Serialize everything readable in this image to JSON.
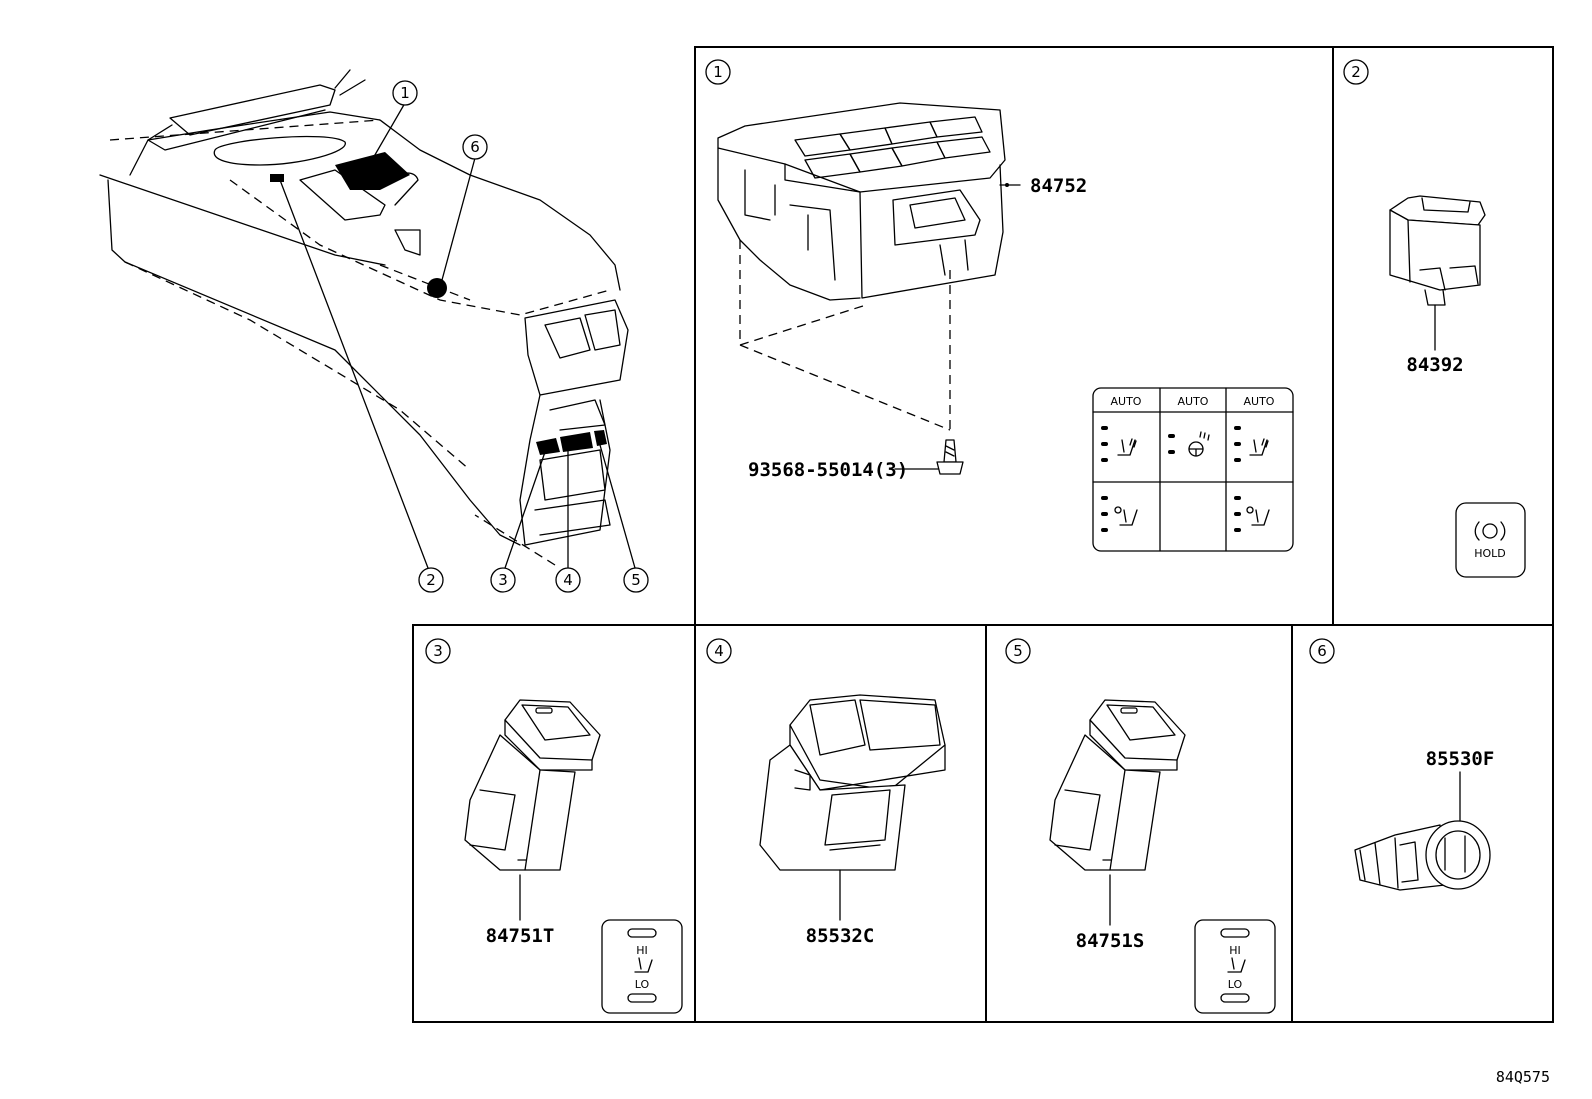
{
  "callouts": [
    "1",
    "2",
    "3",
    "4",
    "5",
    "6"
  ],
  "panels": [
    {
      "id": "1",
      "part": "84752",
      "fastener": "93568-55014(3)",
      "switch_labels": [
        "AUTO",
        "AUTO",
        "AUTO"
      ]
    },
    {
      "id": "2",
      "part": "84392",
      "button_label": "HOLD"
    },
    {
      "id": "3",
      "part": "84751T",
      "inset_hi": "HI",
      "inset_lo": "LO"
    },
    {
      "id": "4",
      "part": "85532C"
    },
    {
      "id": "5",
      "part": "84751S",
      "inset_hi": "HI",
      "inset_lo": "LO"
    },
    {
      "id": "6",
      "part": "85530F"
    }
  ],
  "diagram_ref": "84Q575"
}
